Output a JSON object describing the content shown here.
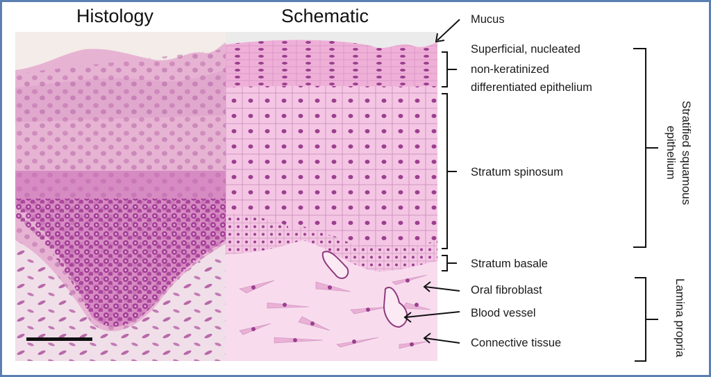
{
  "titles": {
    "histology": "Histology",
    "schematic": "Schematic"
  },
  "labels": {
    "mucus": "Mucus",
    "superficial_line1": "Superficial, nucleated",
    "superficial_line2": "non-keratinized",
    "superficial_line3": "differentiated epithelium",
    "stratum_spinosum": "Stratum spinosum",
    "stratum_basale": "Stratum basale",
    "oral_fibroblast": "Oral fibroblast",
    "blood_vessel": "Blood vessel",
    "connective_tissue": "Connective tissue"
  },
  "group_labels": {
    "stratified_line1": "Stratified squamous",
    "stratified_line2": "epithelium",
    "lamina_propria": "Lamina propria"
  },
  "colors": {
    "frame": "#5b7fb1",
    "tissue_pink": "#e9a9d4",
    "nucleus": "#9b3f8f",
    "lamina_bg": "#f8dcee"
  }
}
